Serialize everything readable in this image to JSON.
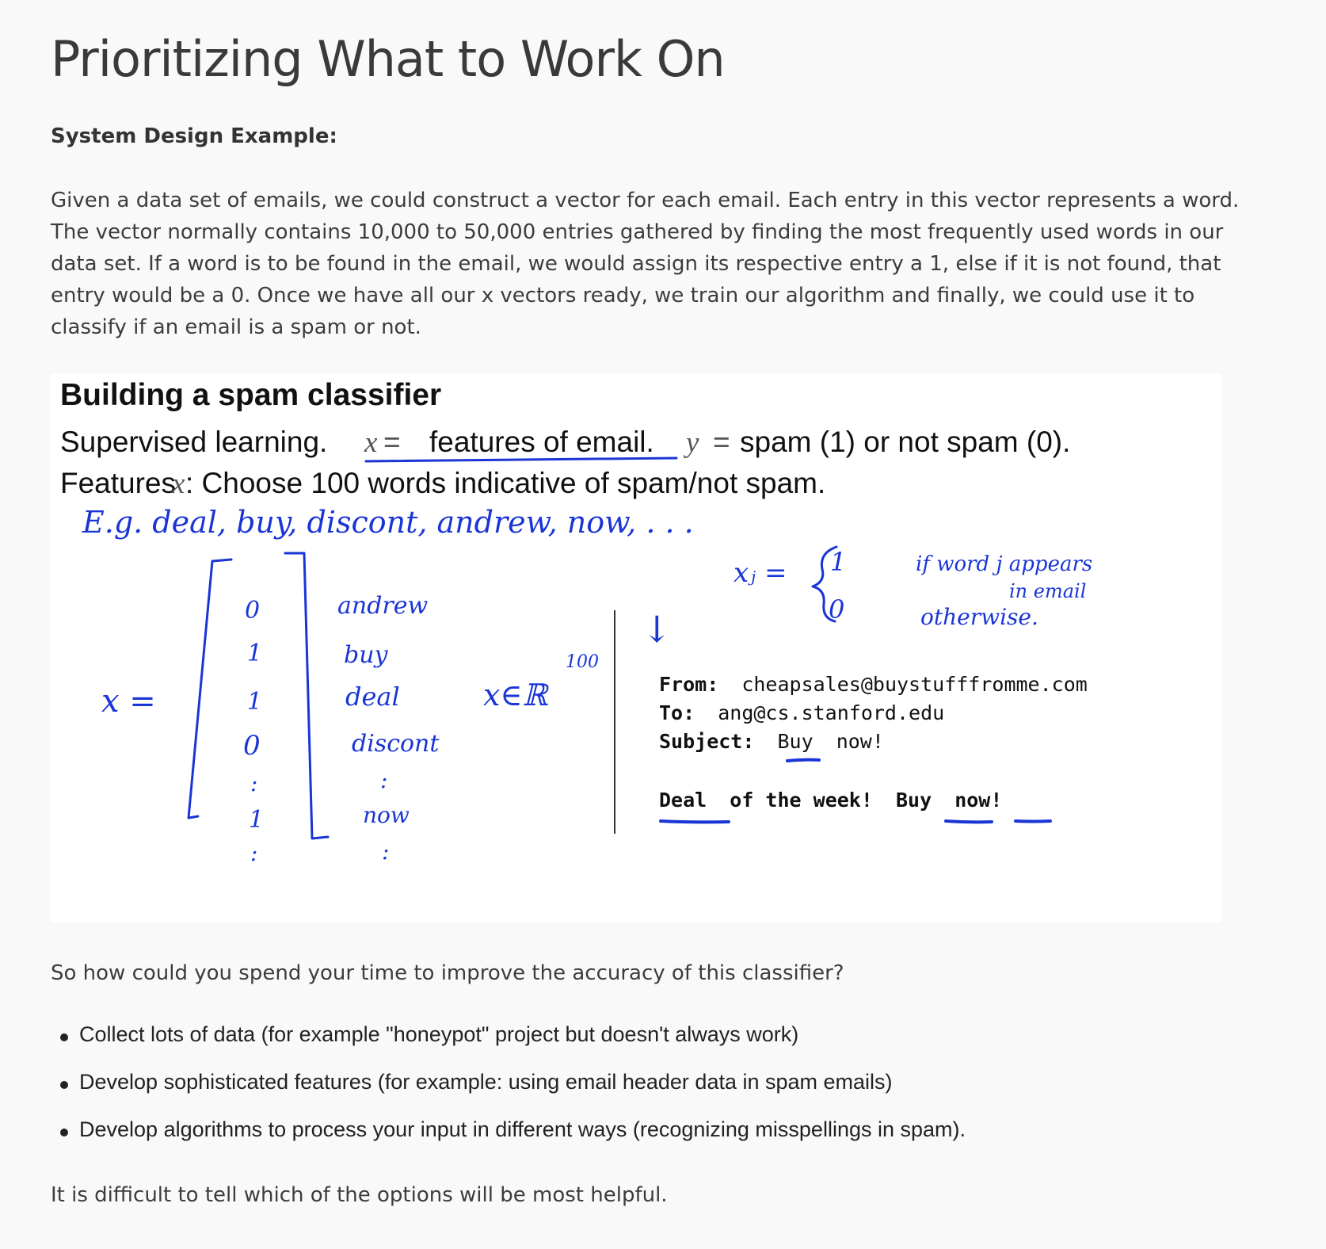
{
  "title": "Prioritizing What to Work On",
  "subheading": "System Design Example:",
  "paragraph_lines": [
    "Given a data set of emails, we could construct a vector for each email. Each entry in this vector represents a word.",
    "The vector normally contains 10,000 to 50,000 entries gathered by finding the most frequently used words in our",
    "data set. If a word is to be found in the email, we would assign its respective entry a 1, else if it is not found, that",
    "entry would be a 0. Once we have all our x vectors ready, we train our algorithm and finally, we could use it to",
    "classify if an email is a spam or not."
  ],
  "slide": {
    "heading": "Building a spam classifier",
    "line1": {
      "prefix": "Supervised learning.",
      "x_var": "x",
      "eq1": "=",
      "features": "features of email.",
      "y_var": "y",
      "eq2": "=",
      "spam": "spam (1) or not spam (0)."
    },
    "line2": {
      "prefix": "Features",
      "x_var": "x",
      "rest": ": Choose 100 words indicative of spam/not spam."
    },
    "handwriting": {
      "examples": "E.g. deal, buy, discont, andrew, now, . . .",
      "x_equals": "x =",
      "vector_values": [
        "0",
        "1",
        "1",
        "0",
        ":",
        "1",
        ":"
      ],
      "vector_words": [
        "andrew",
        "buy",
        "deal",
        "discont",
        ":",
        "now",
        ":"
      ],
      "in_r": "x∈ℝ",
      "exponent": "100",
      "xj": "xⱼ =",
      "case_one": "1",
      "case_one_text": "if word j appears",
      "case_one_text2": "in email",
      "case_zero": "0",
      "case_zero_text": "otherwise.",
      "arrow": "↓",
      "colors": {
        "ink": "#1a35d6"
      }
    },
    "email": {
      "from_label": "From:",
      "from_value": "cheapsales@buystufffromme.com",
      "to_label": "To:",
      "to_value": "ang@cs.stanford.edu",
      "subject_label": "Subject:",
      "subject_buy": "Buy",
      "subject_now": "now!",
      "body_deal": "Deal",
      "body_mid": "of the week!",
      "body_buy": "Buy",
      "body_now": "now!"
    }
  },
  "question": "So how could you spend your time to improve the accuracy of this classifier?",
  "bullets": [
    "Collect lots of data (for example \"honeypot\" project but doesn't always work)",
    "Develop sophisticated features (for example: using email header data in spam emails)",
    "Develop algorithms to process your input in different ways (recognizing misspellings in spam)."
  ],
  "closing": "It is difficult to tell which of the options will be most helpful."
}
